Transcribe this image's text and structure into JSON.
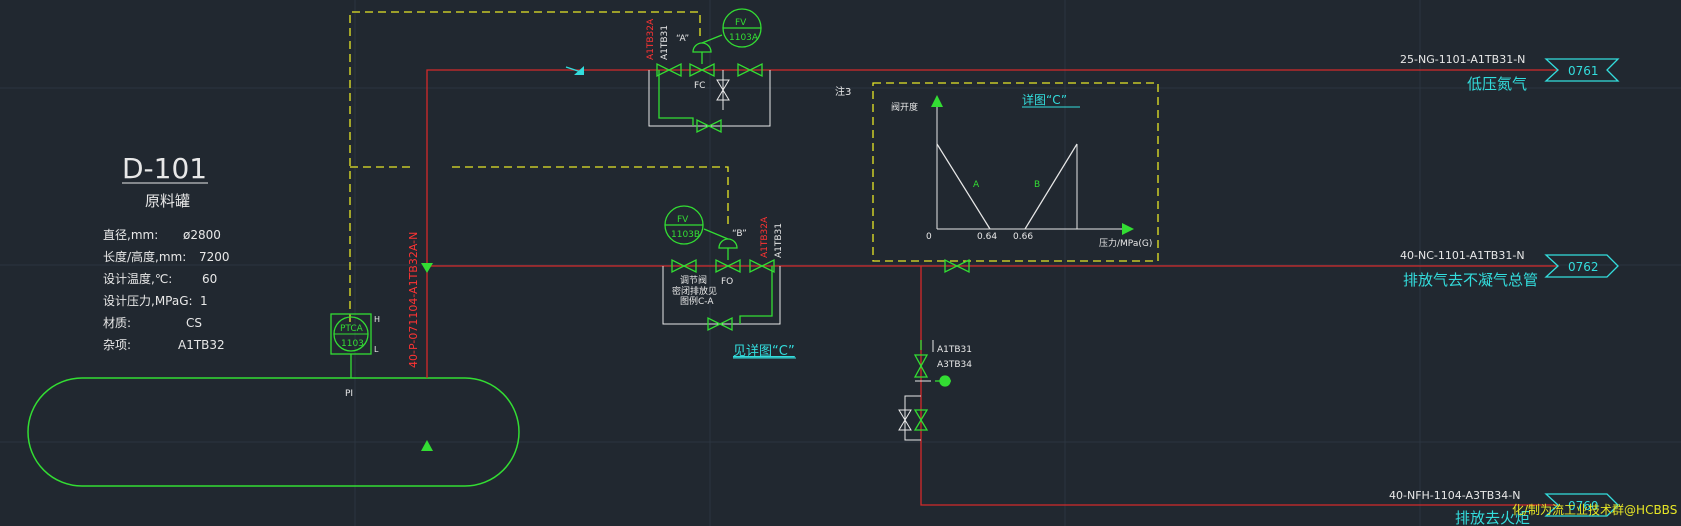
{
  "colors": {
    "background": "#212830",
    "grid": "#2c3540",
    "process_line": "#d42a2a",
    "instrument": "#33dd33",
    "signal_dashed": "#e6e626",
    "text_white": "#e8e8e8",
    "text_cyan": "#33dddd",
    "text_red": "#ff3333",
    "watermark": "#e6e626"
  },
  "tank": {
    "tag": "D-101",
    "name": "原料罐",
    "specs": [
      {
        "label": "直径,mm:",
        "value": "ø2800"
      },
      {
        "label": "长度/高度,mm:",
        "value": "7200"
      },
      {
        "label": "设计温度,℃:",
        "value": "60"
      },
      {
        "label": "设计压力,MPaG:",
        "value": "1"
      },
      {
        "label": "材质:",
        "value": "CS"
      },
      {
        "label": "杂项:",
        "value": "A1TB32"
      }
    ],
    "nozzle_label": "PI"
  },
  "instruments": {
    "ptca": {
      "line1": "PTCA",
      "line2": "1103",
      "h": "H",
      "l": "L"
    },
    "fv_a": {
      "line1": "FV",
      "line2": "1103A",
      "tag": "“A”",
      "mode": "FC"
    },
    "fv_b": {
      "line1": "FV",
      "line2": "1103B",
      "tag": "“B”",
      "mode": "FO"
    }
  },
  "line_specs": {
    "vertical_pipe": "40-P-071104-A1TB32A-N",
    "a1tb32a_top": "A1TB32A",
    "a1tb31_top": "A1TB31",
    "a1tb32a_mid": "A1TB32A",
    "a1tb31_mid": "A1TB31",
    "a1tb31_drain": "A1TB31",
    "a3tb34_drain": "A3TB34"
  },
  "notes": {
    "note3": "注3",
    "valve_note": [
      "调节阀",
      "密闭排放见",
      "图例C-A"
    ],
    "see_detail": "见详图“C”"
  },
  "outlets": [
    {
      "spec": "25-NG-1101-A1TB31-N",
      "desc": "低压氮气",
      "ref": "0761"
    },
    {
      "spec": "40-NC-1101-A1TB31-N",
      "desc": "排放气去不凝气总管",
      "ref": "0762"
    },
    {
      "spec": "40-NFH-1104-A3TB34-N",
      "desc": "排放去火炬",
      "ref": "0760"
    }
  ],
  "detail_c": {
    "title": "详图“C”",
    "ylabel": "阀开度",
    "xlabel": "压力/MPa(G)",
    "origin": "0",
    "tick1": "0.64",
    "tick2": "0.66",
    "label_a": "A",
    "label_b": "B"
  },
  "chart_data": {
    "type": "line",
    "title": "详图“C”",
    "xlabel": "压力/MPa(G)",
    "ylabel": "阀开度",
    "x_ticks": [
      "0",
      "0.64",
      "0.66"
    ],
    "series": [
      {
        "name": "A",
        "points": [
          [
            0,
            1
          ],
          [
            0.64,
            0
          ]
        ]
      },
      {
        "name": "B",
        "points": [
          [
            0.66,
            0
          ],
          [
            0.9,
            1
          ]
        ]
      }
    ]
  },
  "watermark": "化/制为流工业技术群@HCBBS"
}
